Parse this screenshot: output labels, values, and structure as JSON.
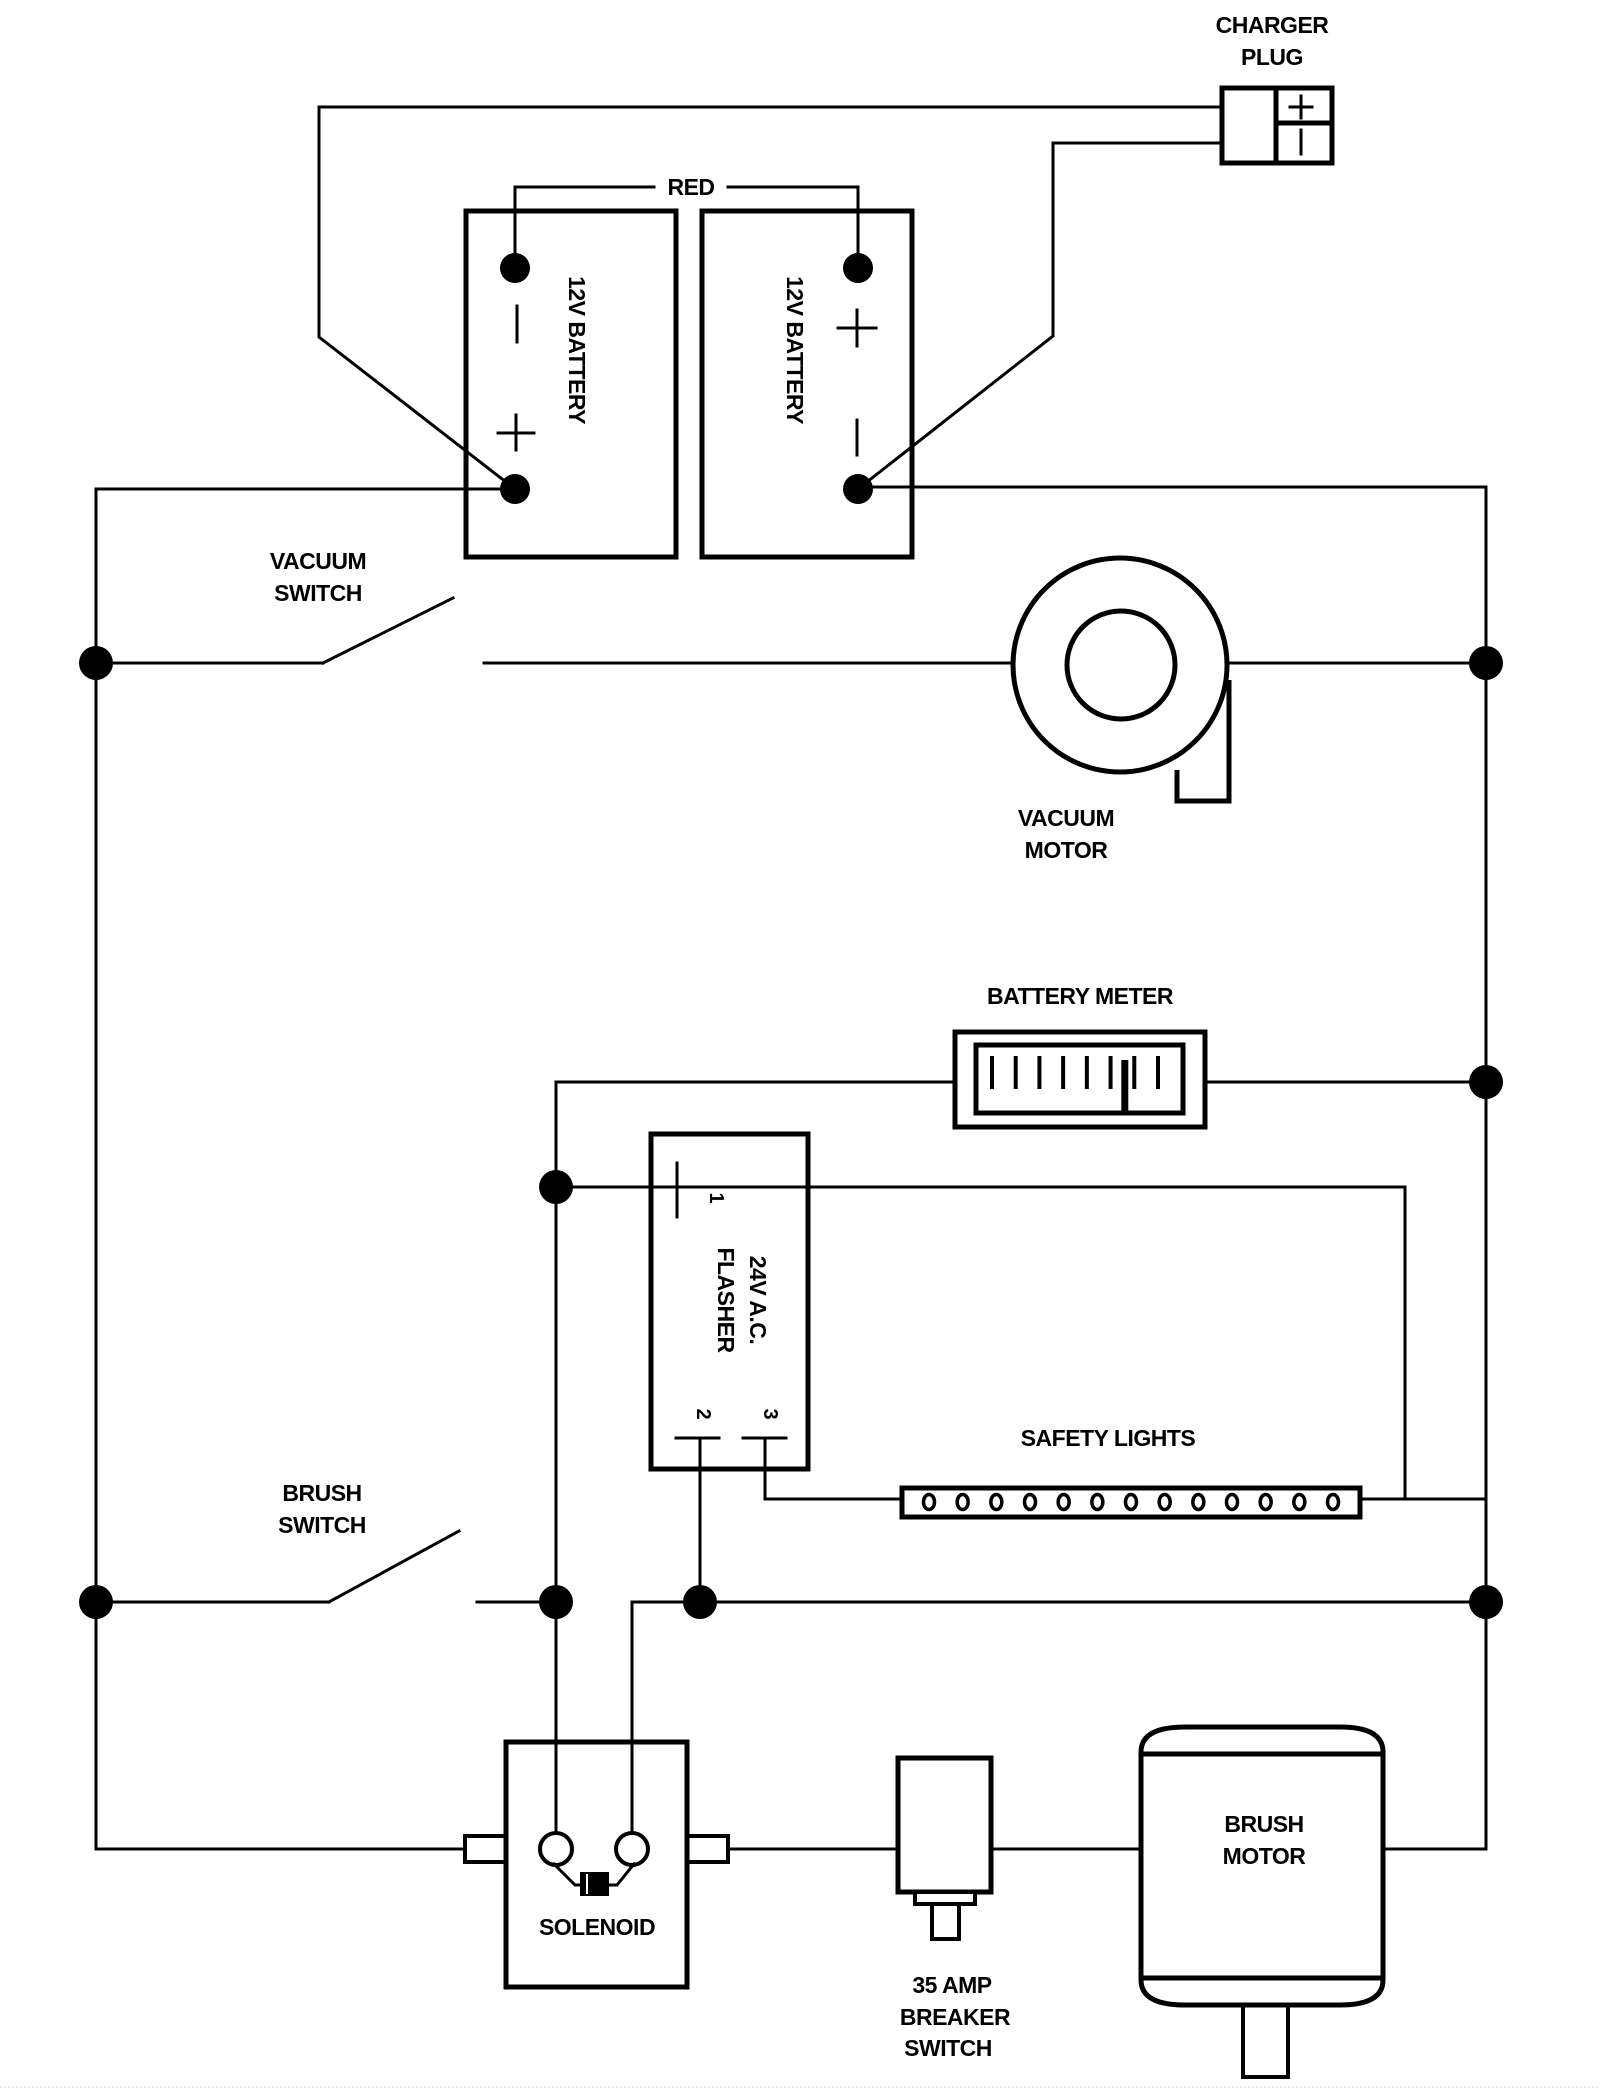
{
  "diagram": {
    "type": "wiring-schematic",
    "components": {
      "charger_plug": {
        "label_line1": "CHARGER",
        "label_line2": "PLUG",
        "pos_symbol": "+",
        "neg_symbol": "|"
      },
      "battery_left": {
        "label": "12V BATTERY",
        "top_terminal": "−",
        "bottom_terminal": "+"
      },
      "battery_right": {
        "label": "12V BATTERY",
        "top_terminal": "+",
        "bottom_terminal": "−"
      },
      "red_wire": {
        "label": "RED"
      },
      "vacuum_switch": {
        "label_line1": "VACUUM",
        "label_line2": "SWITCH",
        "state": "open"
      },
      "vacuum_motor": {
        "label_line1": "VACUUM",
        "label_line2": "MOTOR"
      },
      "battery_meter": {
        "label": "BATTERY METER",
        "tick_count": 8,
        "needle_position_fraction": 0.8
      },
      "flasher": {
        "label_line1": "24V A.C.",
        "label_line2": "FLASHER",
        "terminals": [
          "1",
          "2",
          "3"
        ]
      },
      "safety_lights": {
        "label": "SAFETY LIGHTS",
        "bulb_count": 13
      },
      "brush_switch": {
        "label_line1": "BRUSH",
        "label_line2": "SWITCH",
        "state": "open"
      },
      "solenoid": {
        "label": "SOLENOID"
      },
      "breaker": {
        "label_line1": "35 AMP",
        "label_line2": "BREAKER",
        "label_line3": "SWITCH"
      },
      "brush_motor": {
        "label_line1": "BRUSH",
        "label_line2": "MOTOR"
      }
    }
  }
}
